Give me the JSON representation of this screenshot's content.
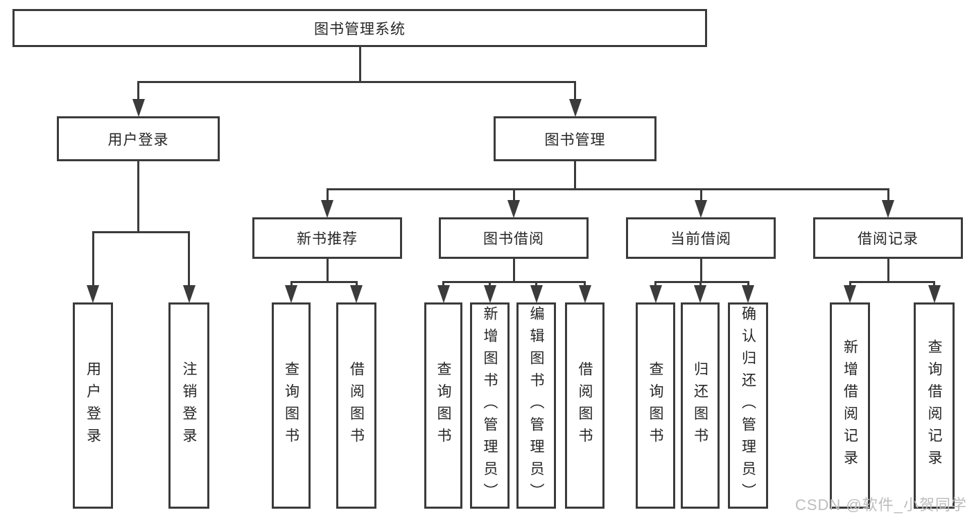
{
  "nodes": [
    {
      "id": "root",
      "label": "图书管理系统"
    },
    {
      "id": "user-login",
      "label": "用户登录"
    },
    {
      "id": "book-mgmt",
      "label": "图书管理"
    },
    {
      "id": "new-book-rec",
      "label": "新书推荐"
    },
    {
      "id": "book-borrow",
      "label": "图书借阅"
    },
    {
      "id": "current-borrow",
      "label": "当前借阅"
    },
    {
      "id": "borrow-record",
      "label": "借阅记录"
    },
    {
      "id": "login",
      "label": "用户登录"
    },
    {
      "id": "logout",
      "label": "注销登录"
    },
    {
      "id": "query-book-new",
      "label": "查询图书"
    },
    {
      "id": "borrow-book-new",
      "label": "借阅图书"
    },
    {
      "id": "query-book-borrow",
      "label": "查询图书"
    },
    {
      "id": "add-book",
      "label": "新增图书（管理员）"
    },
    {
      "id": "edit-book",
      "label": "编辑图书（管理员）"
    },
    {
      "id": "borrow-book-borrow",
      "label": "借阅图书"
    },
    {
      "id": "query-book-current",
      "label": "查询图书"
    },
    {
      "id": "return-book",
      "label": "归还图书"
    },
    {
      "id": "confirm-return",
      "label": "确认归还（管理员）"
    },
    {
      "id": "add-borrow-record",
      "label": "新增借阅记录"
    },
    {
      "id": "query-borrow-record",
      "label": "查询借阅记录"
    }
  ],
  "edges": [
    {
      "from": "root",
      "to": "user-login"
    },
    {
      "from": "root",
      "to": "book-mgmt"
    },
    {
      "from": "user-login",
      "to": "login"
    },
    {
      "from": "user-login",
      "to": "logout"
    },
    {
      "from": "book-mgmt",
      "to": "new-book-rec"
    },
    {
      "from": "book-mgmt",
      "to": "book-borrow"
    },
    {
      "from": "book-mgmt",
      "to": "current-borrow"
    },
    {
      "from": "book-mgmt",
      "to": "borrow-record"
    },
    {
      "from": "new-book-rec",
      "to": "query-book-new"
    },
    {
      "from": "new-book-rec",
      "to": "borrow-book-new"
    },
    {
      "from": "book-borrow",
      "to": "query-book-borrow"
    },
    {
      "from": "book-borrow",
      "to": "add-book"
    },
    {
      "from": "book-borrow",
      "to": "edit-book"
    },
    {
      "from": "book-borrow",
      "to": "borrow-book-borrow"
    },
    {
      "from": "current-borrow",
      "to": "query-book-current"
    },
    {
      "from": "current-borrow",
      "to": "return-book"
    },
    {
      "from": "current-borrow",
      "to": "confirm-return"
    },
    {
      "from": "borrow-record",
      "to": "add-borrow-record"
    },
    {
      "from": "borrow-record",
      "to": "query-borrow-record"
    }
  ],
  "watermark": {
    "text": "CSDN @软件_小贺同学"
  },
  "colors": {
    "line": "#3b3b3b",
    "text": "#262626",
    "box_background": "#ffffff",
    "page_background": "#ffffff",
    "watermark": "#bdbdbd"
  }
}
